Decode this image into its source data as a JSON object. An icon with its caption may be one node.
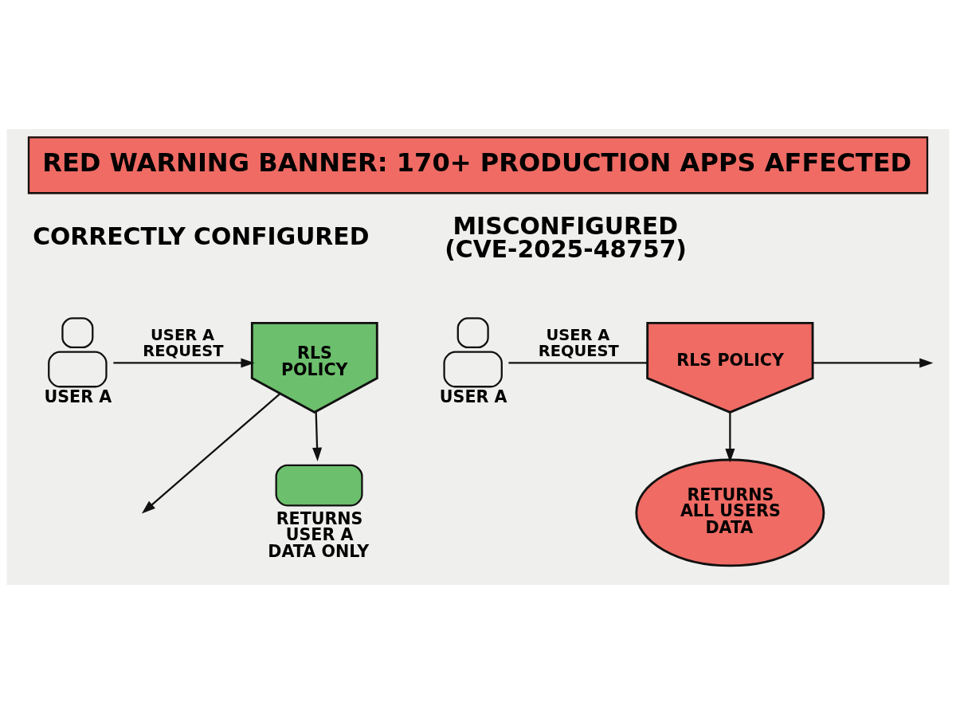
{
  "diagram": {
    "title": "RED WARNING BANNER: 170+ PRODUCTION APPS AFFECTED",
    "nodes": [
      {
        "text": [
          "USER A"
        ]
      },
      {
        "text": [
          "RLS POLICY"
        ]
      },
      {
        "text": [
          "RETURNS USER A DATA ONLY"
        ]
      },
      {
        "text": [
          "USER A"
        ]
      },
      {
        "text": [
          "RLS POLICY"
        ]
      },
      {
        "text": [
          "RETURNS ALL USERS DATA"
        ]
      }
    ],
    "edges": [
      {
        "from": 0,
        "to": 1,
        "arrow": "to",
        "label": "USER A REQUEST"
      },
      {
        "from": 1,
        "to": null,
        "arrow": "to"
      },
      {
        "from": 1,
        "to": 2,
        "arrow": "to"
      },
      {
        "from": 3,
        "to": 4,
        "arrow": "none",
        "label": "USER A REQUEST"
      },
      {
        "from": 4,
        "to": null,
        "arrow": "to"
      },
      {
        "from": 4,
        "to": 5,
        "arrow": "to"
      }
    ],
    "labels": [
      "CORRECTLY CONFIGURED",
      "MISCONFIGURED (CVE-2025-48757)"
    ]
  }
}
